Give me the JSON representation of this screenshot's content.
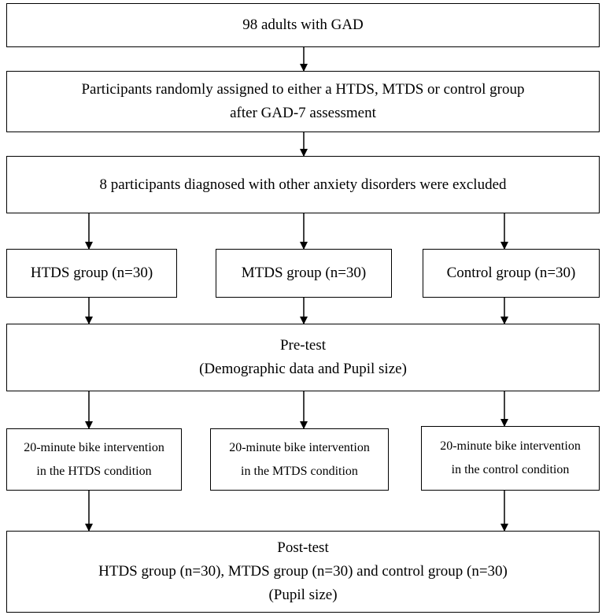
{
  "nodes": {
    "start": {
      "lines": [
        "98 adults with GAD"
      ]
    },
    "randomization": {
      "lines": [
        "Participants randomly assigned to either a HTDS, MTDS or control group",
        "after GAD-7 assessment"
      ]
    },
    "exclusion": {
      "lines": [
        "8 participants diagnosed with other anxiety disorders were excluded"
      ]
    },
    "group_htds": {
      "lines": [
        "HTDS group (n=30)"
      ]
    },
    "group_mtds": {
      "lines": [
        "MTDS group (n=30)"
      ]
    },
    "group_control": {
      "lines": [
        "Control group (n=30)"
      ]
    },
    "pretest": {
      "lines": [
        "Pre-test",
        "(Demographic data and Pupil size)"
      ]
    },
    "intervention_htds": {
      "lines": [
        "20-minute bike intervention",
        "in the HTDS condition"
      ]
    },
    "intervention_mtds": {
      "lines": [
        "20-minute bike intervention",
        "in the MTDS condition"
      ]
    },
    "intervention_control": {
      "lines": [
        "20-minute bike intervention",
        "in the control condition"
      ]
    },
    "posttest": {
      "lines": [
        "Post-test",
        "HTDS group (n=30), MTDS group (n=30) and control group (n=30)",
        "(Pupil size)"
      ]
    }
  }
}
